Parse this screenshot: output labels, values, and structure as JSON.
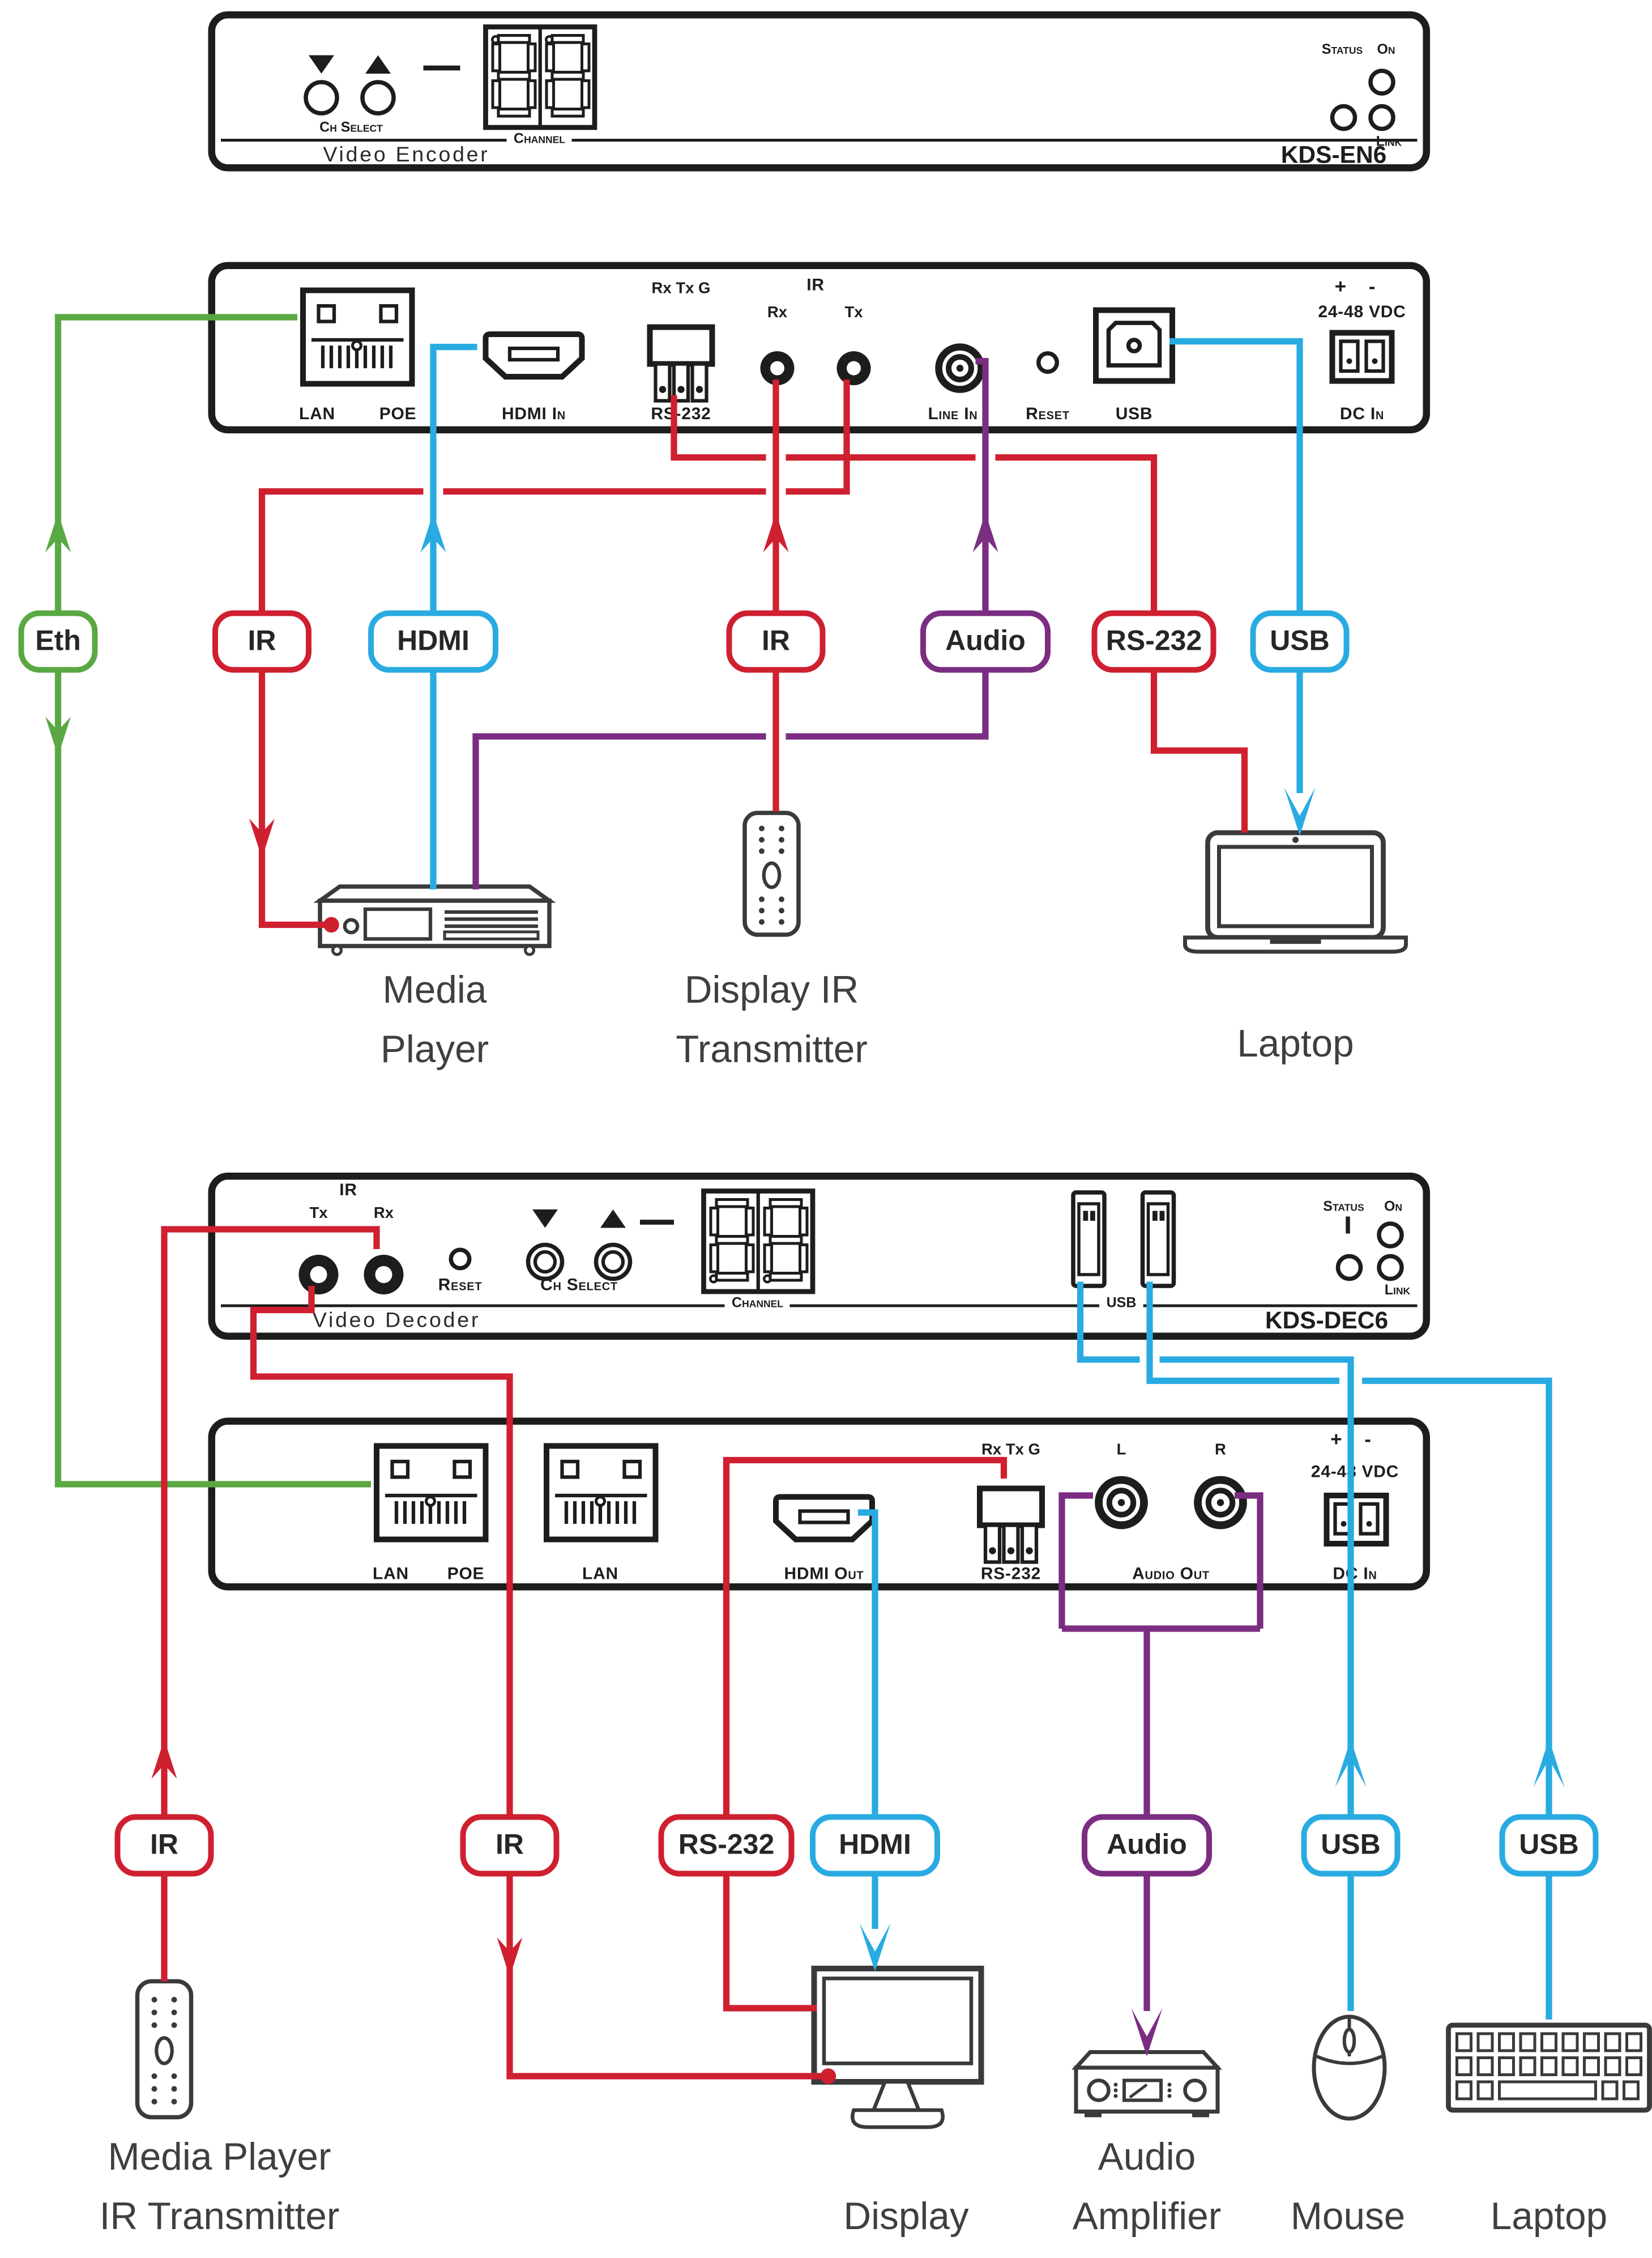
{
  "colors": {
    "green": "#5aa843",
    "red": "#cf2030",
    "cyan": "#29abe2",
    "purple": "#7b2d82",
    "ink": "#1d1d1b"
  },
  "encoder_front": {
    "name": "Video Encoder",
    "model": "KDS-EN6",
    "ch_select": "Ch Select",
    "channel": "Channel",
    "status": "Status",
    "on": "On",
    "link": "Link"
  },
  "encoder_rear": {
    "lan": "LAN",
    "poe": "POE",
    "hdmi_in": "HDMI In",
    "rs232_pins": "Rx Tx G",
    "rs232": "RS-232",
    "ir": "IR",
    "rx": "Rx",
    "tx": "Tx",
    "line_in": "Line In",
    "reset": "Reset",
    "usb": "USB",
    "polarity": "+ -",
    "voltage": "24-48 VDC",
    "dc_in": "DC In"
  },
  "decoder_front": {
    "name": "Video Decoder",
    "model": "KDS-DEC6",
    "ir": "IR",
    "tx": "Tx",
    "rx": "Rx",
    "reset": "Reset",
    "ch_select": "Ch Select",
    "channel": "Channel",
    "usb": "USB",
    "status": "Status",
    "on": "On",
    "link": "Link"
  },
  "decoder_rear": {
    "lan": "LAN",
    "poe": "POE",
    "lan2": "LAN",
    "hdmi_out": "HDMI Out",
    "rs232_pins": "Rx Tx G",
    "rs232": "RS-232",
    "l": "L",
    "r": "R",
    "audio_out": "Audio Out",
    "polarity": "+ -",
    "voltage": "24-48 VDC",
    "dc_in": "DC In"
  },
  "cables_top": [
    {
      "label": "Eth"
    },
    {
      "label": "IR"
    },
    {
      "label": "HDMI"
    },
    {
      "label": "IR"
    },
    {
      "label": "Audio"
    },
    {
      "label": "RS-232"
    },
    {
      "label": "USB"
    }
  ],
  "cables_bottom": [
    {
      "label": "IR"
    },
    {
      "label": "IR"
    },
    {
      "label": "RS-232"
    },
    {
      "label": "HDMI"
    },
    {
      "label": "Audio"
    },
    {
      "label": "USB"
    },
    {
      "label": "USB"
    }
  ],
  "devices_top": [
    {
      "line1": "Media",
      "line2": "Player"
    },
    {
      "line1": "Display IR",
      "line2": "Transmitter"
    },
    {
      "line1": "Laptop",
      "line2": ""
    }
  ],
  "devices_bottom": [
    {
      "line1": "Media Player",
      "line2": "IR Transmitter"
    },
    {
      "line1": "Display",
      "line2": ""
    },
    {
      "line1": "Audio",
      "line2": "Amplifier"
    },
    {
      "line1": "Mouse",
      "line2": ""
    },
    {
      "line1": "Laptop",
      "line2": ""
    }
  ]
}
